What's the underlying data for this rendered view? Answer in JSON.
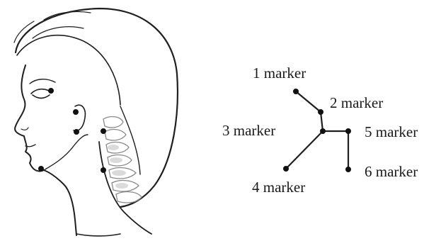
{
  "figure": {
    "markers": [
      {
        "id": 1,
        "label": "1 marker"
      },
      {
        "id": 2,
        "label": "2 marker"
      },
      {
        "id": 3,
        "label": "3 marker"
      },
      {
        "id": 4,
        "label": "4 marker"
      },
      {
        "id": 5,
        "label": "5 marker"
      },
      {
        "id": 6,
        "label": "6 marker"
      }
    ],
    "connections": [
      [
        1,
        2
      ],
      [
        2,
        3
      ],
      [
        3,
        4
      ],
      [
        3,
        5
      ],
      [
        5,
        6
      ]
    ],
    "colors": {
      "ink": "#1f1f1f",
      "marker": "#111111",
      "vertebrae": "#8a8a8a",
      "background": "#ffffff"
    }
  }
}
